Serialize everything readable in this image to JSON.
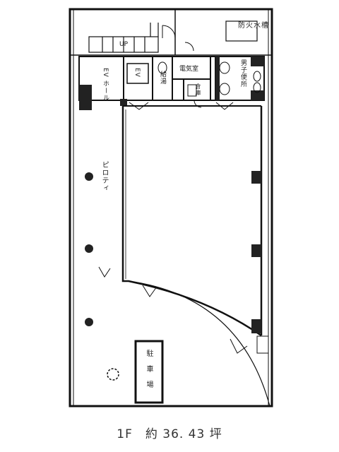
{
  "plan": {
    "caption": "1F　約 36. 43 坪",
    "labels": {
      "hoppoki": "防火水槽",
      "ev_hall": "EV ホール",
      "ev": "EV",
      "up": "UP",
      "pyuru": "給湯",
      "denki": "電気室",
      "soko": "倉庫",
      "wc": "男子便所",
      "piloti": "ピロティ",
      "parking": "駐車場"
    }
  }
}
